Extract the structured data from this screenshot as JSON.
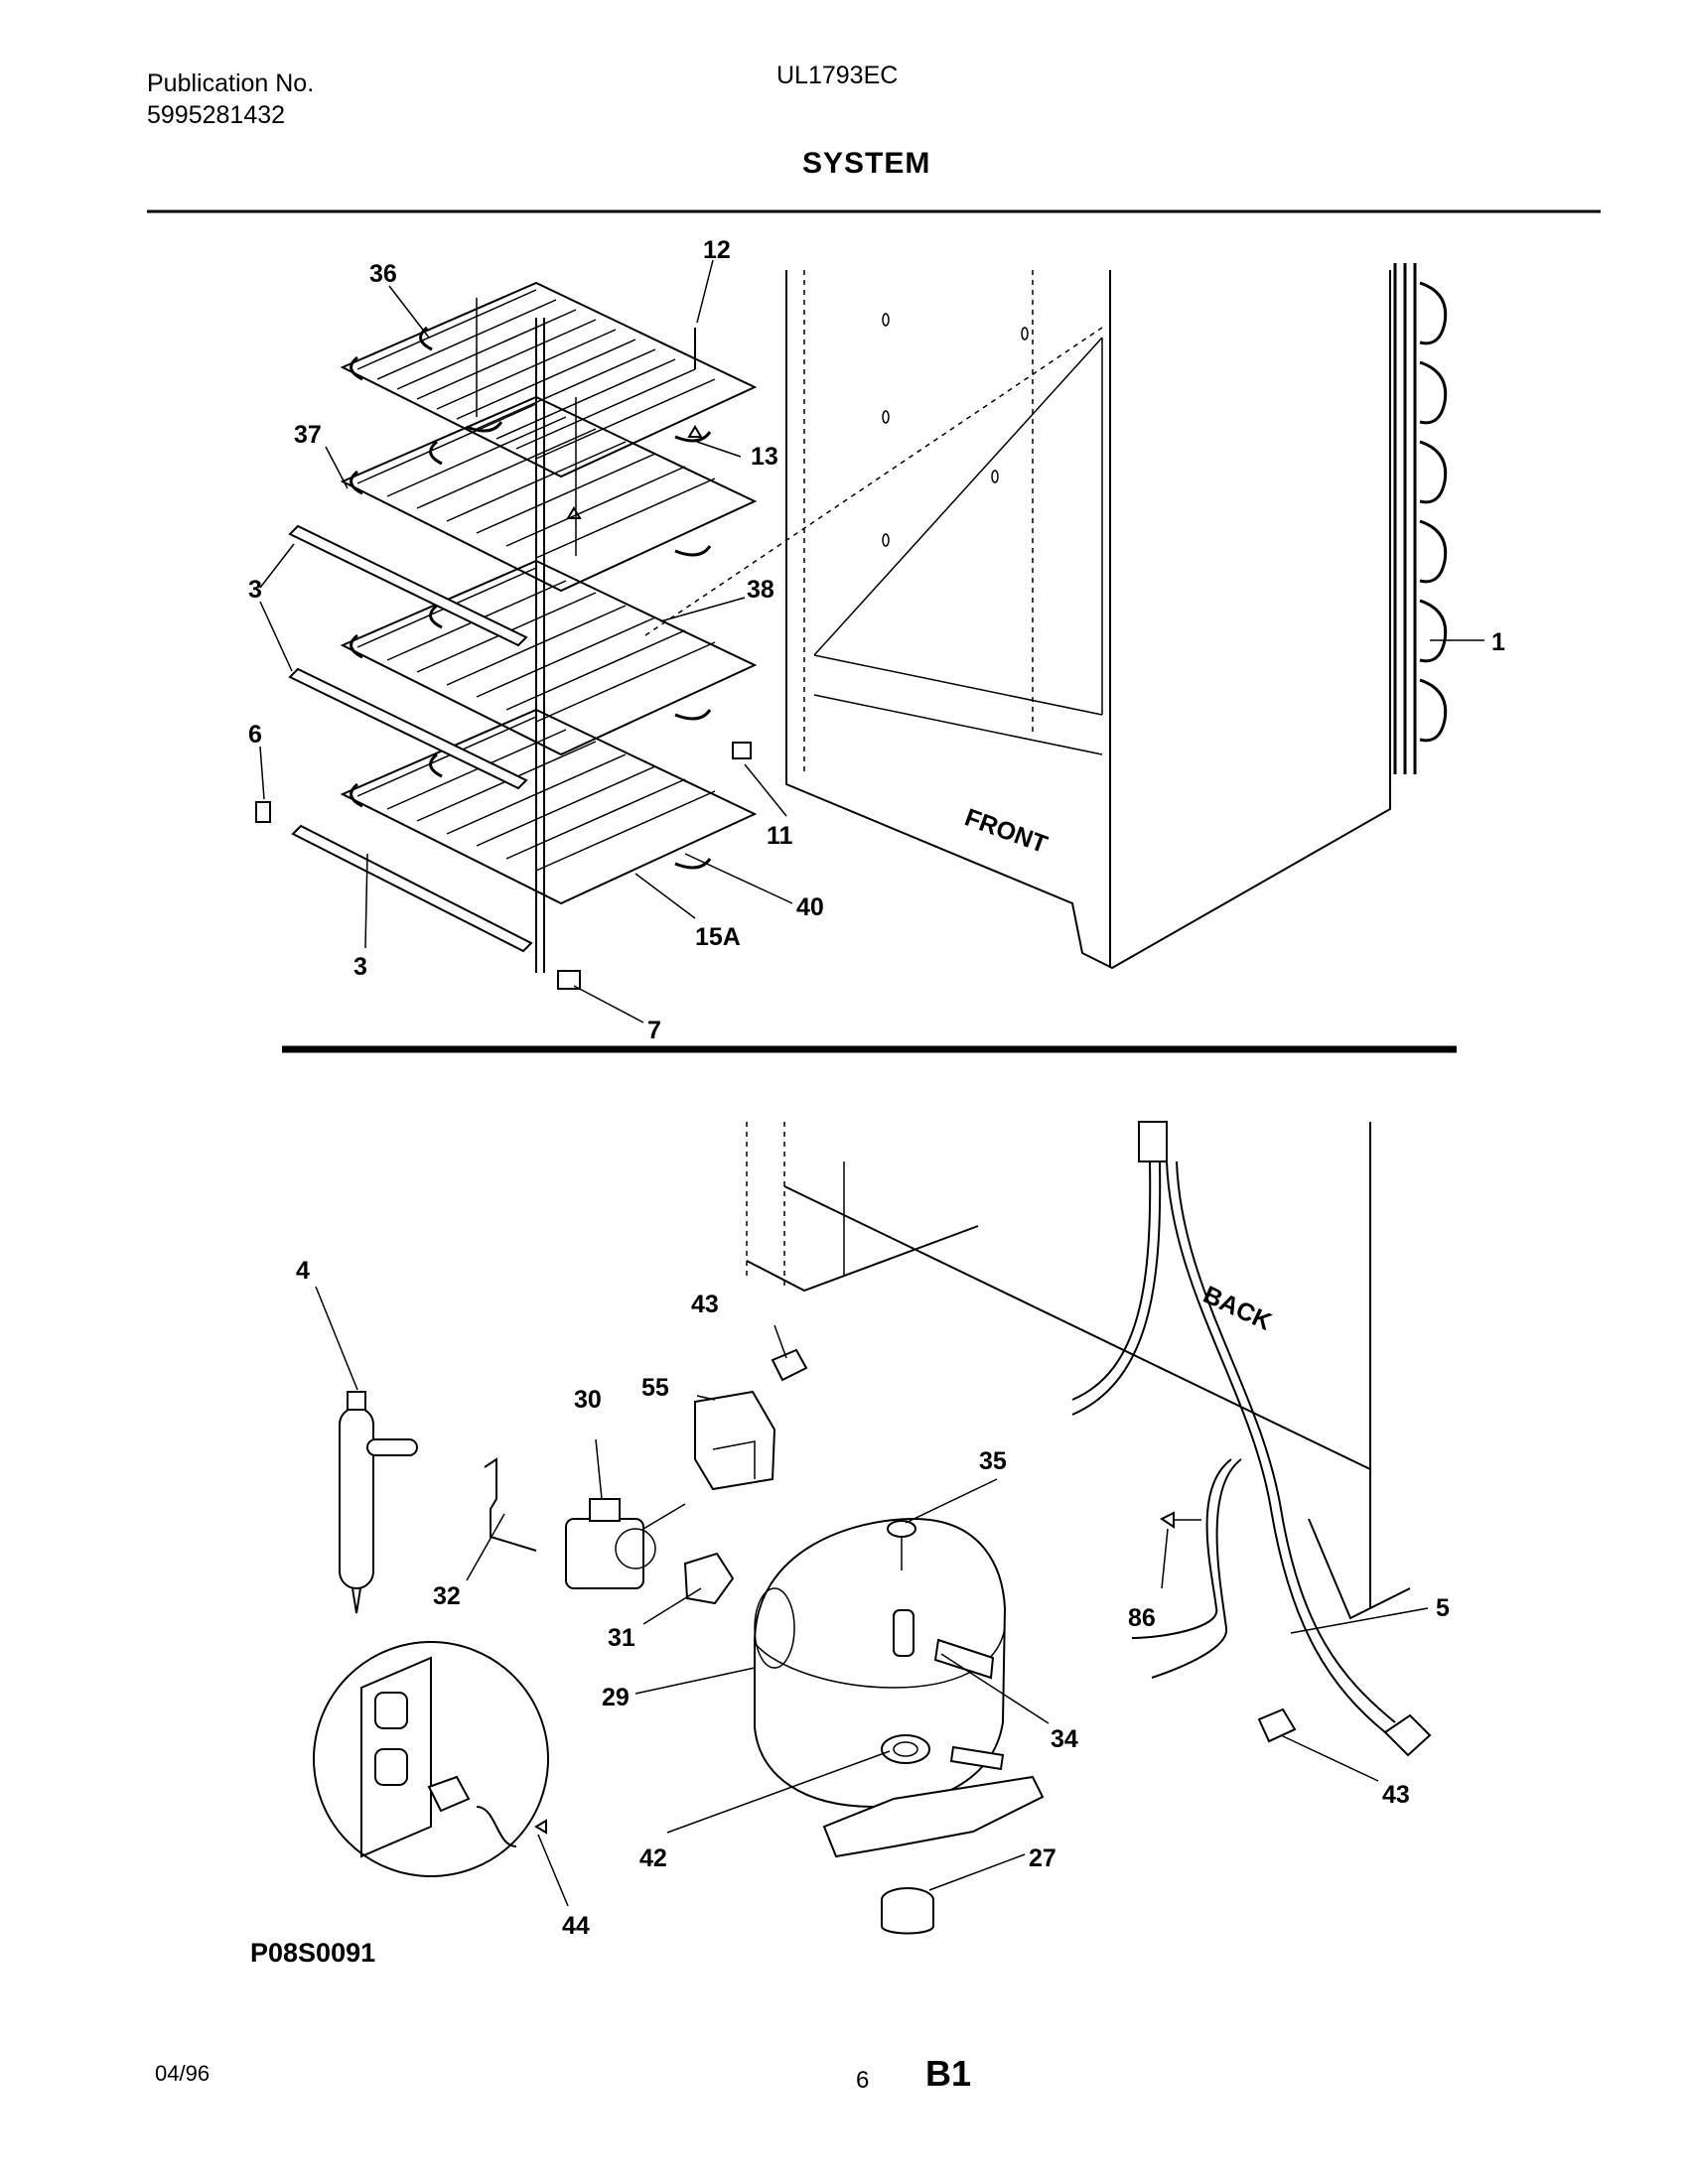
{
  "header": {
    "publication_label": "Publication No.",
    "publication_number": "5995281432",
    "model": "UL1793EC",
    "section_title": "SYSTEM"
  },
  "top_view": {
    "front_label": "FRONT",
    "callouts": {
      "c36": "36",
      "c12": "12",
      "c37": "37",
      "c13": "13",
      "c3a": "3",
      "c38": "38",
      "c1": "1",
      "c6": "6",
      "c11": "11",
      "c40": "40",
      "c15a": "15A",
      "c3b": "3",
      "c7": "7"
    }
  },
  "bottom_view": {
    "back_label": "BACK",
    "callouts": {
      "c4": "4",
      "c43a": "43",
      "c30": "30",
      "c55": "55",
      "c35": "35",
      "c32": "32",
      "c31": "31",
      "c86": "86",
      "c5": "5",
      "c29": "29",
      "c34": "34",
      "c43b": "43",
      "c42": "42",
      "c27": "27",
      "c44": "44"
    }
  },
  "footer": {
    "figure_code": "P08S0091",
    "date": "04/96",
    "page_number": "6",
    "page_code": "B1"
  }
}
